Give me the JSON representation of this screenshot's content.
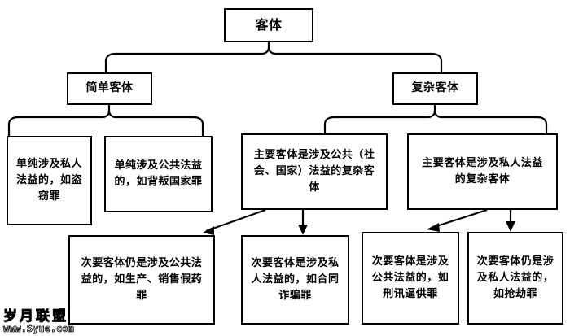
{
  "diagram": {
    "title_node": {
      "label": "客体"
    },
    "level2": [
      {
        "id": "simple",
        "label": "简单客体"
      },
      {
        "id": "complex",
        "label": "复杂客体"
      }
    ],
    "level3": [
      {
        "id": "l3-a",
        "label": "单纯涉及私人法益的，如盗窃罪",
        "parent": "simple"
      },
      {
        "id": "l3-b",
        "label": "单纯涉及公共法益的，如背叛国家罪",
        "parent": "simple"
      },
      {
        "id": "l3-c",
        "label": "主要客体是涉及公共（社会、国家）法益的复杂客体",
        "parent": "complex"
      },
      {
        "id": "l3-d",
        "label": "主要客体是涉及私人法益的复杂客体",
        "parent": "complex"
      }
    ],
    "level4": [
      {
        "id": "l4-a",
        "label": "次要客体仍是涉及公共法益的，如生产、销售假药罪",
        "parent": "l3-c"
      },
      {
        "id": "l4-b",
        "label": "次要客体是涉及私人法益的，如合同诈骗罪",
        "parent": "l3-c"
      },
      {
        "id": "l4-c",
        "label": "次要客体是涉及公共法益的，如刑讯逼供罪",
        "parent": "l3-d"
      },
      {
        "id": "l4-d",
        "label": "次要客体仍是涉及私人法益的，如抢劫罪",
        "parent": "l3-d"
      }
    ]
  },
  "watermark": {
    "name": "岁月联盟",
    "url": "www.Syue.com"
  },
  "colors": {
    "stroke": "#000000",
    "background": "#ffffff",
    "text": "#000000"
  }
}
